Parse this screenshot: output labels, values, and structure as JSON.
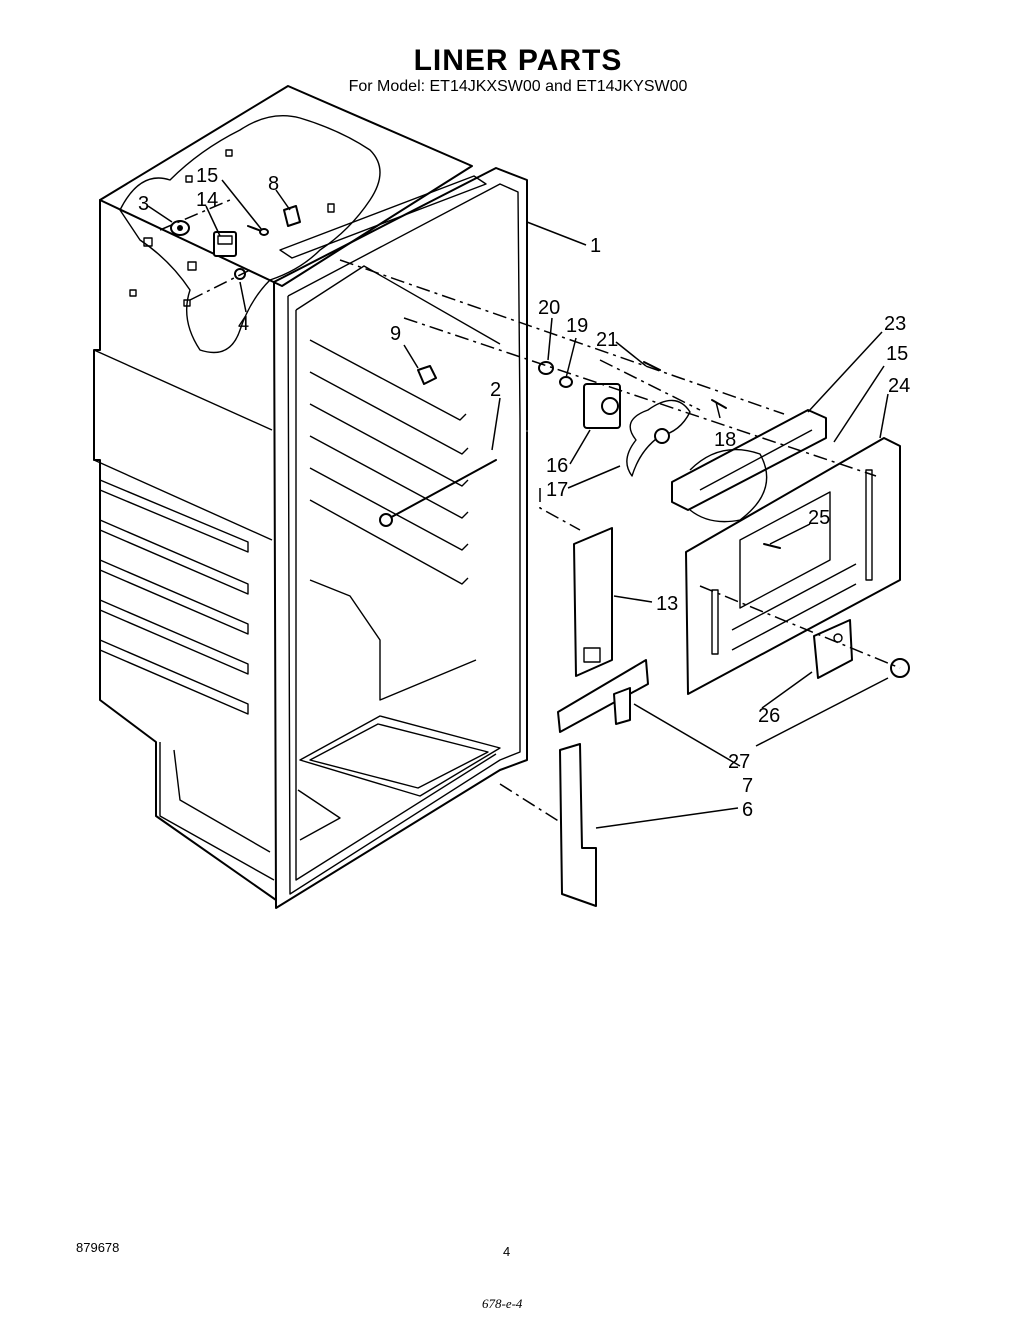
{
  "title": "LINER PARTS",
  "subtitle": "For Model: ET14JKXSW00 and ET14JKYSW00",
  "callouts": [
    {
      "id": "c1",
      "text": "1"
    },
    {
      "id": "c2",
      "text": "2"
    },
    {
      "id": "c3",
      "text": "3"
    },
    {
      "id": "c4",
      "text": "4"
    },
    {
      "id": "c6",
      "text": "6"
    },
    {
      "id": "c7",
      "text": "7"
    },
    {
      "id": "c8",
      "text": "8"
    },
    {
      "id": "c9",
      "text": "9"
    },
    {
      "id": "c13",
      "text": "13"
    },
    {
      "id": "c14",
      "text": "14"
    },
    {
      "id": "c15a",
      "text": "15"
    },
    {
      "id": "c15b",
      "text": "15"
    },
    {
      "id": "c16",
      "text": "16"
    },
    {
      "id": "c17",
      "text": "17"
    },
    {
      "id": "c18",
      "text": "18"
    },
    {
      "id": "c19",
      "text": "19"
    },
    {
      "id": "c20",
      "text": "20"
    },
    {
      "id": "c21",
      "text": "21"
    },
    {
      "id": "c23",
      "text": "23"
    },
    {
      "id": "c24",
      "text": "24"
    },
    {
      "id": "c25",
      "text": "25"
    },
    {
      "id": "c26",
      "text": "26"
    },
    {
      "id": "c27",
      "text": "27"
    }
  ],
  "footer": {
    "doc_number": "879678",
    "page_number": "4",
    "handwritten": "678-e-4"
  }
}
